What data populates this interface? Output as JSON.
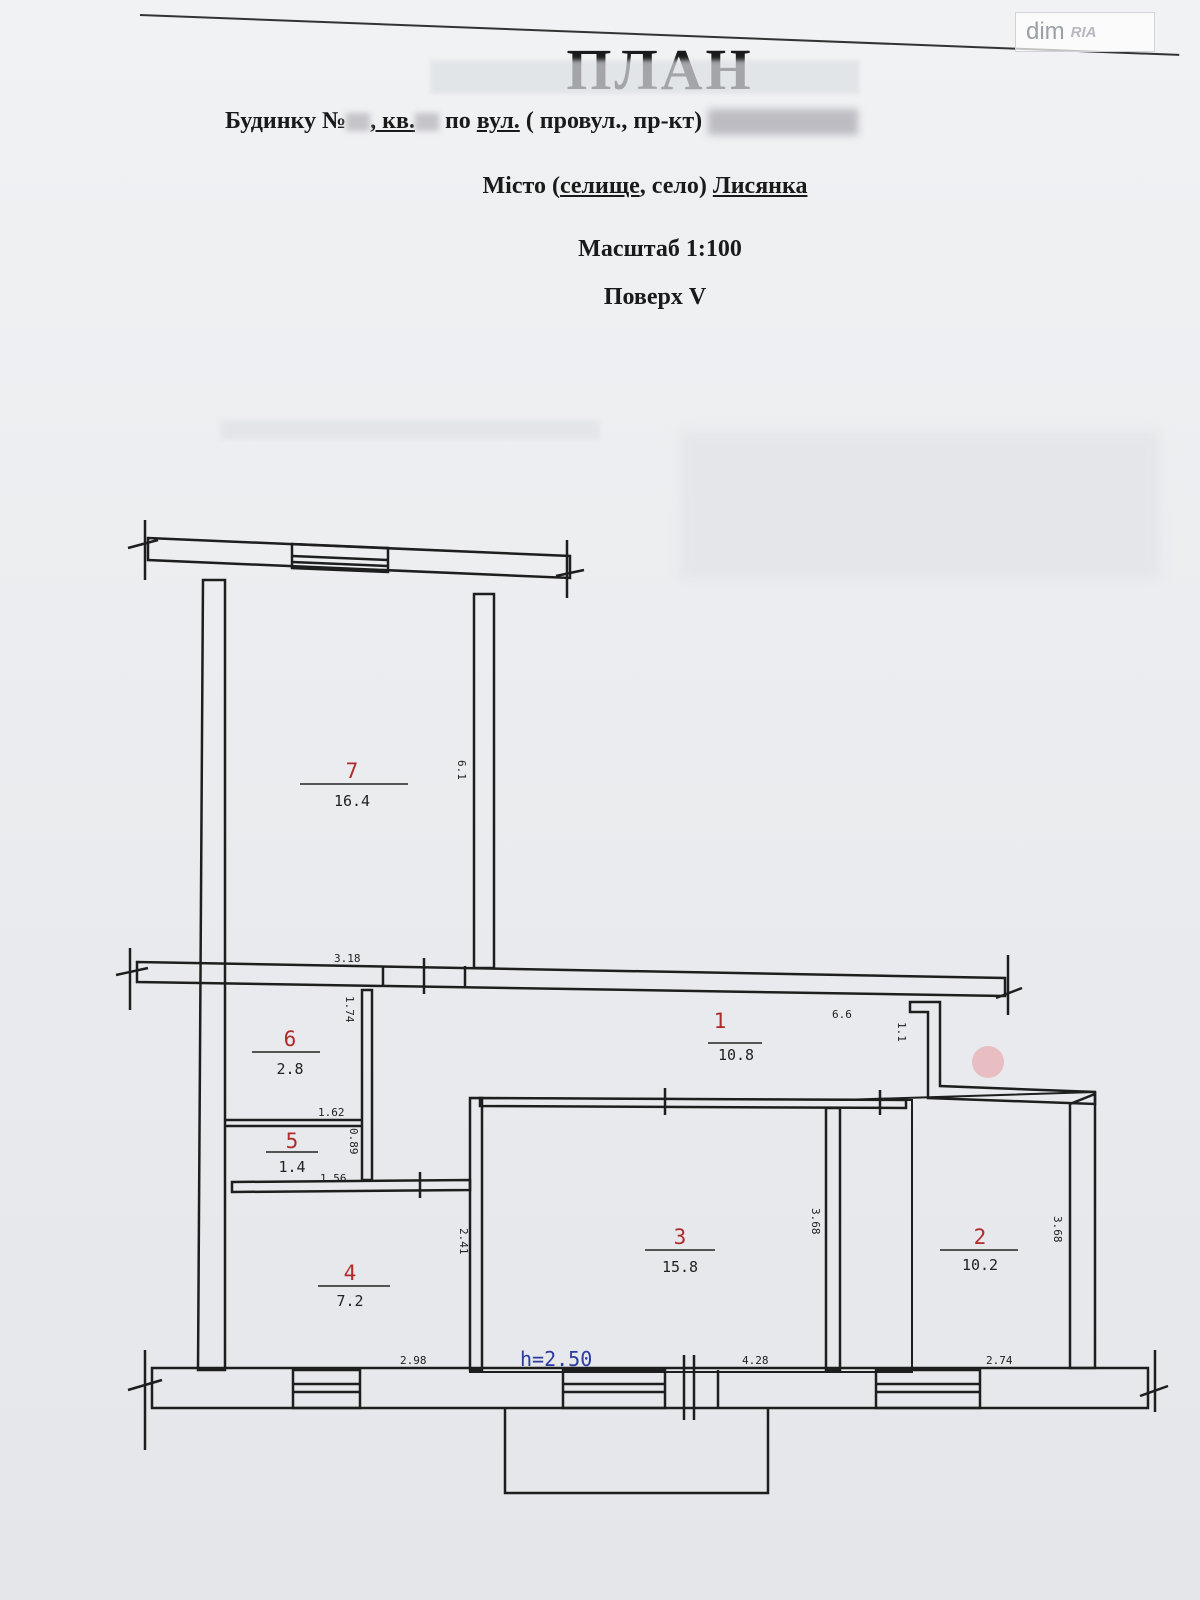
{
  "document": {
    "title": "ПЛАН",
    "line1": {
      "t1": "Будинку №",
      "t2": ", кв.",
      "t3": " по ",
      "t4": "вул.",
      "t5": " ( провул., пр-кт) "
    },
    "line2": {
      "t1": "Місто (",
      "t2": "селище",
      "t3": ", село) ",
      "t4": "Лисянка"
    },
    "scale": "Масштаб 1:100",
    "floor": "Поверх V"
  },
  "watermark": {
    "brand": "dim",
    "sub": "RIA"
  },
  "plan": {
    "rooms": [
      {
        "number": "1",
        "area": "10.8"
      },
      {
        "number": "2",
        "area": "10.2"
      },
      {
        "number": "3",
        "area": "15.8"
      },
      {
        "number": "4",
        "area": "7.2"
      },
      {
        "number": "5",
        "area": "1.4"
      },
      {
        "number": "6",
        "area": "2.8"
      },
      {
        "number": "7",
        "area": "16.4"
      }
    ],
    "dimensions": {
      "d_618": "6.1",
      "d_318": "3.18",
      "d_66": "6.6",
      "d_11": "1.1",
      "d_174": "1.74",
      "d_162": "1.62",
      "d_089": "0.89",
      "d_156": "1.56",
      "d_241": "2.41",
      "d_368a": "3.68",
      "d_368b": "3.68",
      "d_298": "2.98",
      "d_428": "4.28",
      "d_274": "2.74"
    },
    "height_label": "h=2.50"
  }
}
